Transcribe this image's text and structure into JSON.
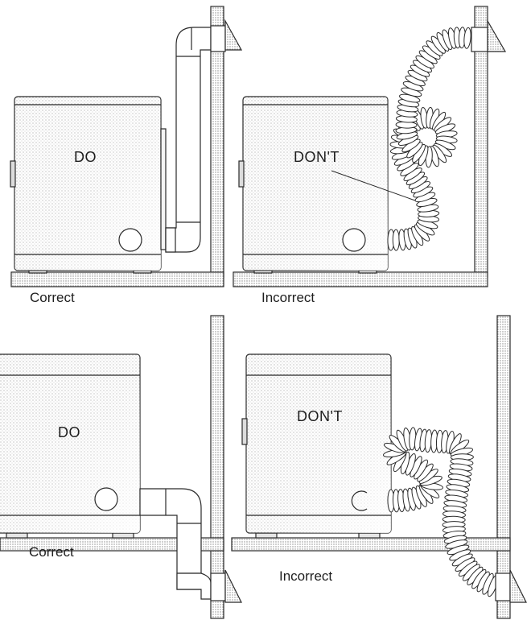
{
  "panels": {
    "top_left": {
      "marker": "DO",
      "caption": "Correct"
    },
    "top_right": {
      "marker": "DON'T",
      "caption": "Incorrect"
    },
    "bottom_left": {
      "marker": "DO",
      "caption": "Correct"
    },
    "bottom_right": {
      "marker": "DON'T",
      "caption": "Incorrect"
    }
  },
  "colors": {
    "line": "#2a2a2a",
    "dot": "#9a9a9a",
    "background": "#ffffff"
  }
}
